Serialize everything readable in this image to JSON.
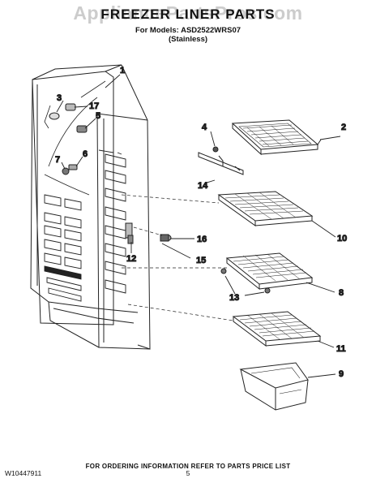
{
  "header": {
    "watermark": "AppliancePartsPros.com",
    "title": "FREEZER LINER PARTS",
    "models_line": "For Models: ASD2522WRS07",
    "variant": "(Stainless)"
  },
  "callouts": [
    "1",
    "2",
    "3",
    "4",
    "5",
    "6",
    "7",
    "8",
    "9",
    "10",
    "11",
    "12",
    "13",
    "14",
    "15",
    "16",
    "17"
  ],
  "footer": {
    "ordering_note": "FOR ORDERING INFORMATION REFER TO PARTS PRICE LIST",
    "document_number": "W10447911",
    "page_number": "5"
  },
  "colors": {
    "line": "#222222",
    "background": "#ffffff"
  }
}
